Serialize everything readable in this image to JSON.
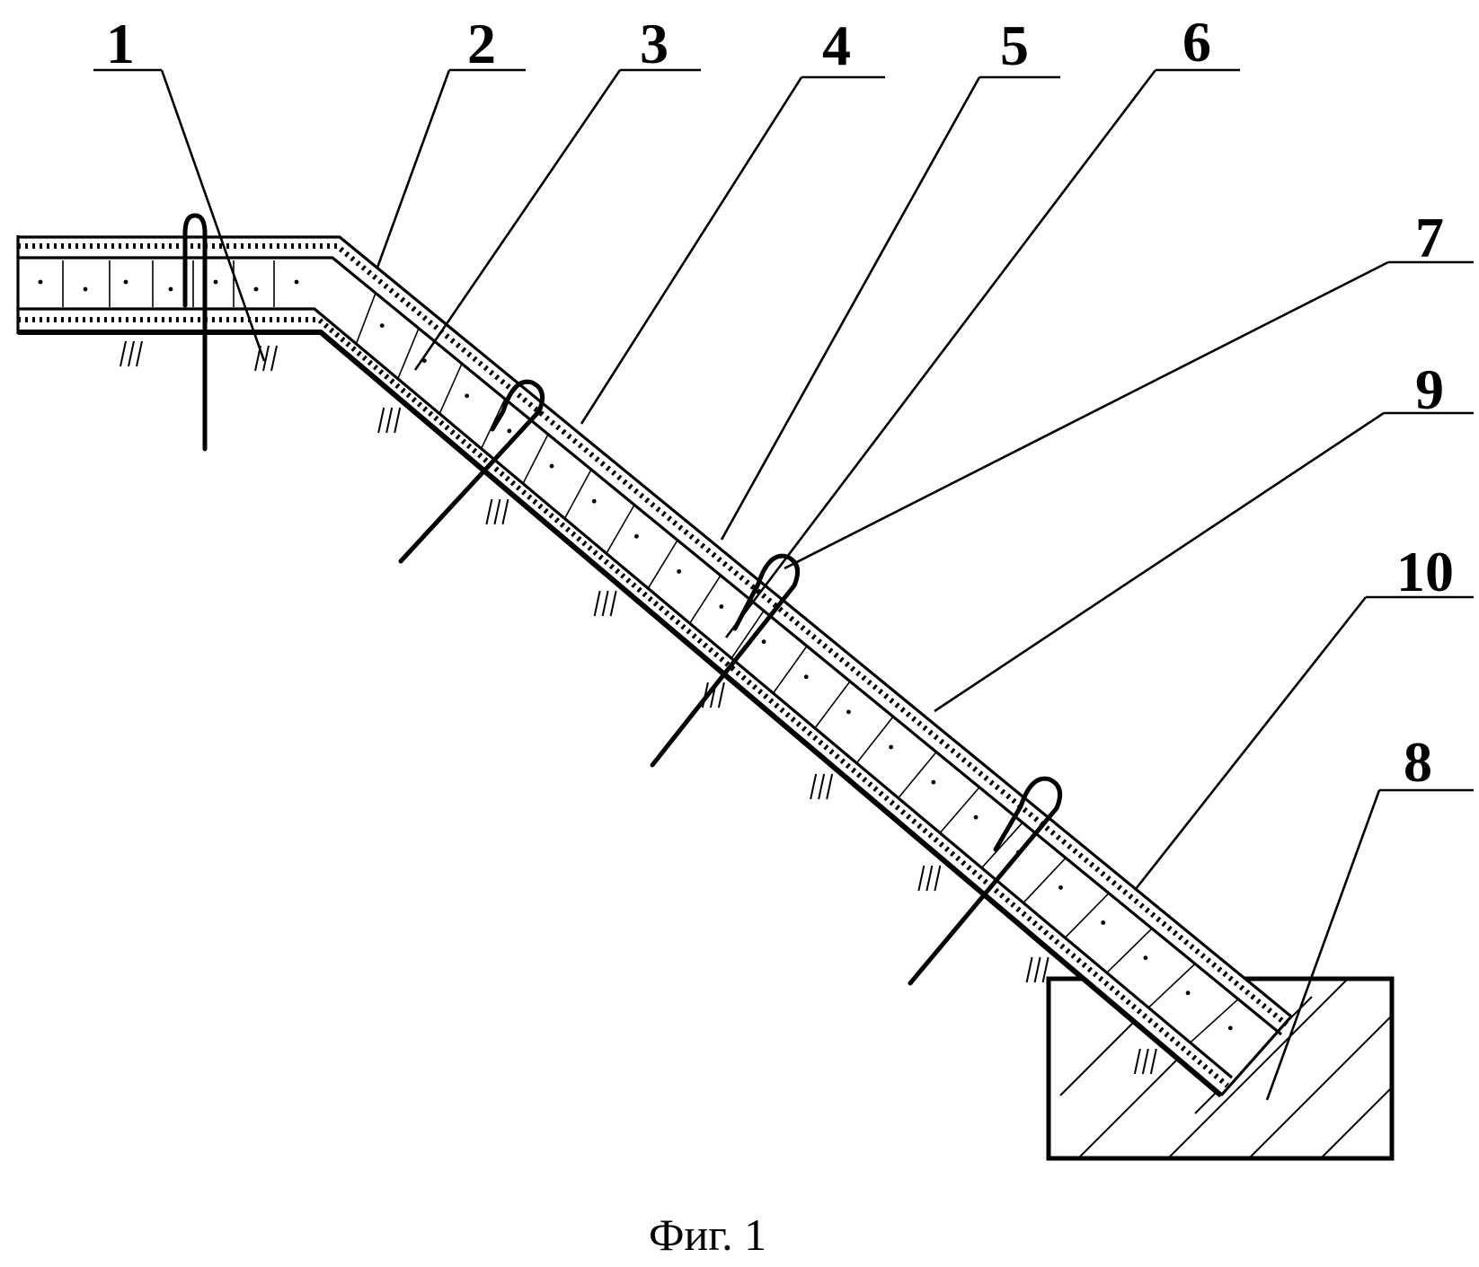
{
  "labels": [
    {
      "id": "1",
      "text": "1"
    },
    {
      "id": "2",
      "text": "2"
    },
    {
      "id": "3",
      "text": "3"
    },
    {
      "id": "4",
      "text": "4"
    },
    {
      "id": "5",
      "text": "5"
    },
    {
      "id": "6",
      "text": "6"
    },
    {
      "id": "7",
      "text": "7"
    },
    {
      "id": "9",
      "text": "9"
    },
    {
      "id": "10",
      "text": "10"
    },
    {
      "id": "8",
      "text": "8"
    }
  ],
  "caption": "Фиг. 1"
}
